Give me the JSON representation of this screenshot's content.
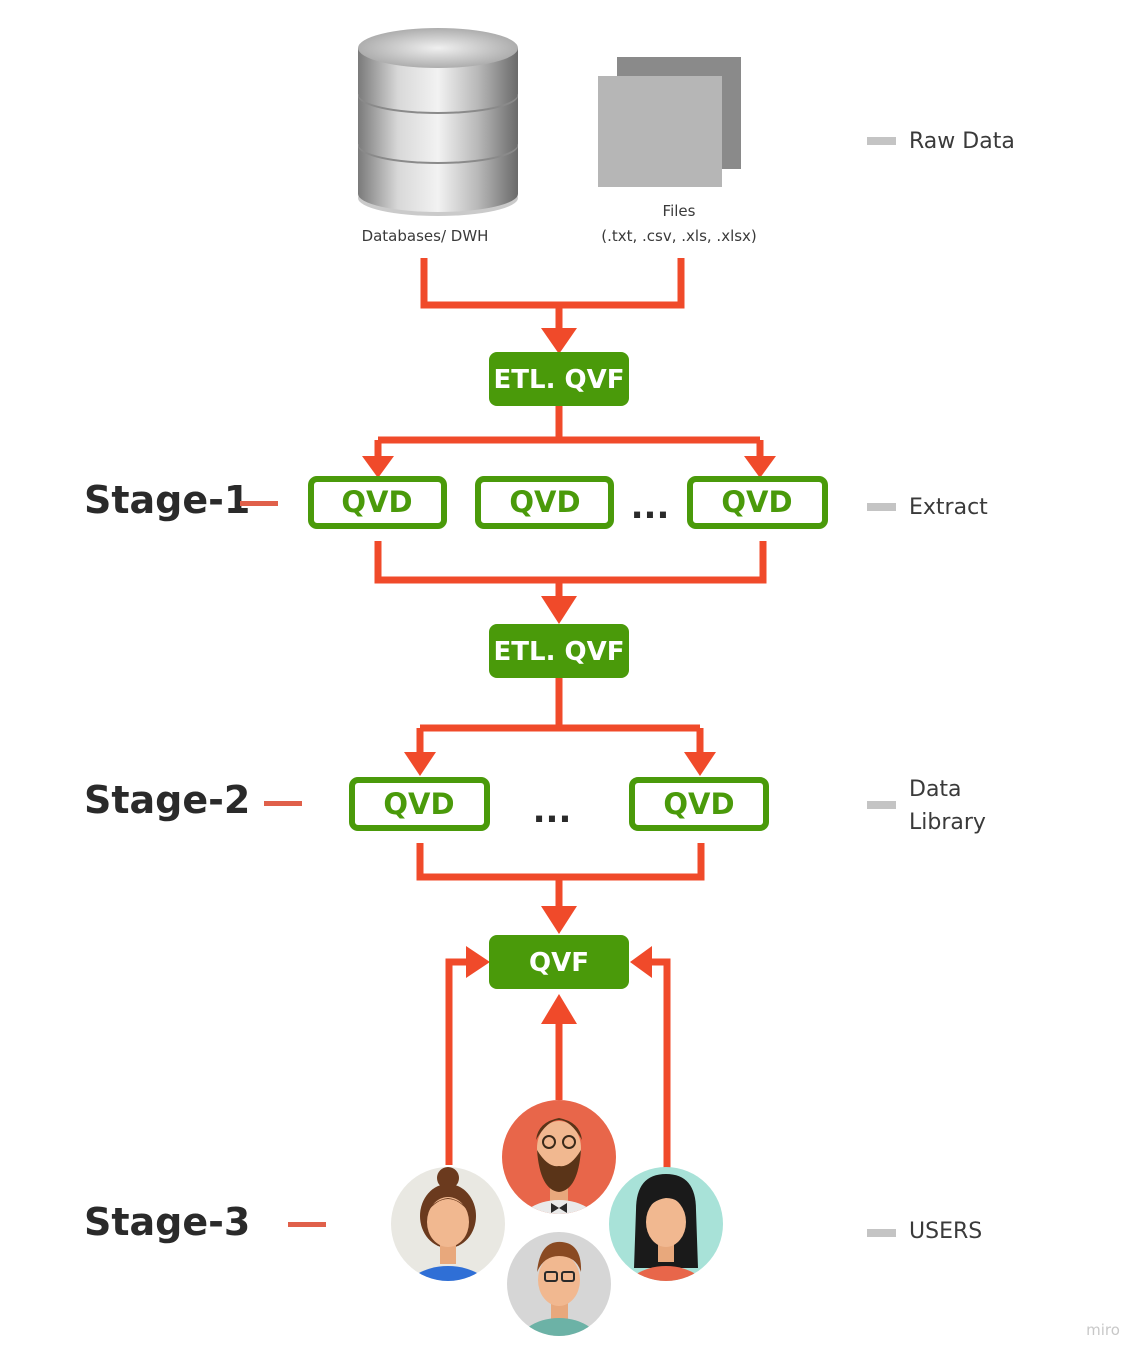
{
  "colors": {
    "arrow": "#f04a2a",
    "green": "#4a9a0a",
    "legend_bar": "#c4c4c4",
    "stage_dash": "#e0604a"
  },
  "sources": {
    "database_label": "Databases/ DWH",
    "files_label_line1": "Files",
    "files_label_line2": "(.txt, .csv, .xls, .xlsx)"
  },
  "nodes": {
    "etl1": "ETL. QVF",
    "etl2": "ETL. QVF",
    "qvd1a": "QVD",
    "qvd1b": "QVD",
    "qvd1c": "QVD",
    "qvd2a": "QVD",
    "qvd2b": "QVD",
    "app": "QVF"
  },
  "ellipsis": {
    "stage1": "...",
    "stage2": "..."
  },
  "stages": {
    "s1": "Stage-1",
    "s2": "Stage-2",
    "s3": "Stage-3"
  },
  "legend": {
    "raw": "Raw Data",
    "extract": "Extract",
    "library_line1": "Data",
    "library_line2": "Library",
    "users": "USERS"
  },
  "icons": [
    "database-icon",
    "files-icon",
    "user-woman-bun-icon",
    "user-bearded-man-icon",
    "user-man-glasses-icon",
    "user-woman-dark-hair-icon"
  ],
  "watermark": "miro"
}
